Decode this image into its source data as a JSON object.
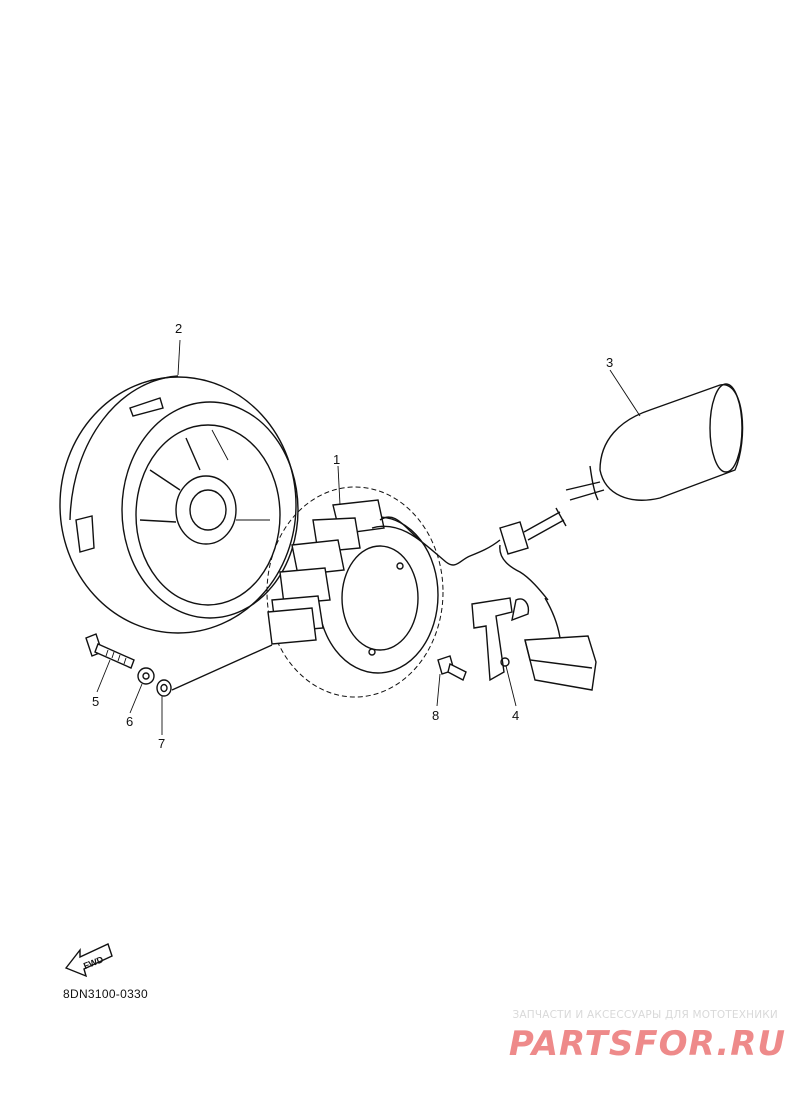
{
  "callouts": {
    "part_1": "1",
    "part_2": "2",
    "part_3": "3",
    "part_4": "4",
    "part_5": "5",
    "part_6": "6",
    "part_7": "7",
    "part_8": "8"
  },
  "fwd_label": "FWD",
  "drawing_code": "8DN3100-0330",
  "watermark": {
    "subtitle": "ЗАПЧАСТИ И АКСЕССУАРЫ ДЛЯ МОТОТЕХНИКИ",
    "logo": "PARTSFOR.RU"
  },
  "icons": [
    "fwd-arrow-icon"
  ]
}
